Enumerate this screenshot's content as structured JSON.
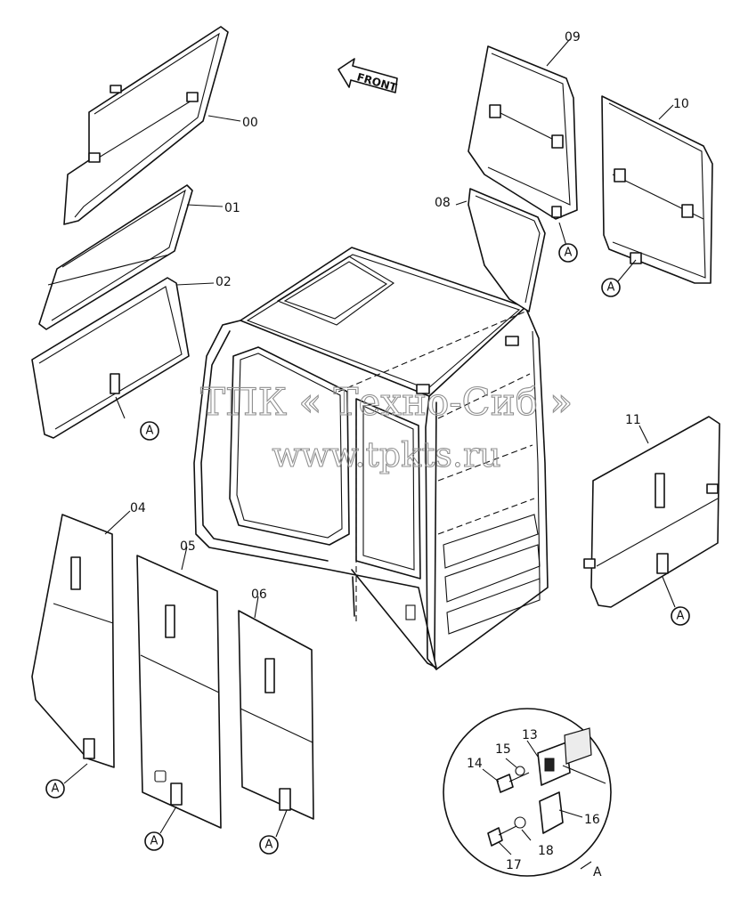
{
  "watermark": {
    "line1": "ТПК « Техно-Сиб »",
    "line2": "www.tpkts.ru"
  },
  "front_arrow": {
    "label": "FRONT"
  },
  "callouts": {
    "p00": "00",
    "p01": "01",
    "p02": "02",
    "p04": "04",
    "p05": "05",
    "p06": "06",
    "p08": "08",
    "p09": "09",
    "p10": "10",
    "p11": "11",
    "p13": "13",
    "p14": "14",
    "p15": "15",
    "p16": "16",
    "p17": "17",
    "p18": "18",
    "detail": "A"
  },
  "detail_marker": "A"
}
